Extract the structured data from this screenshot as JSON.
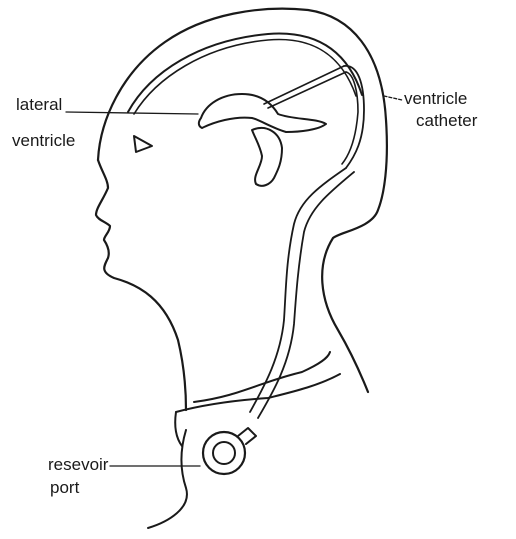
{
  "labels": {
    "lateral_ventricle": [
      "lateral",
      "ventricle"
    ],
    "ventricle_catheter": [
      "ventricle",
      "catheter"
    ],
    "reservoir_port": [
      "resevoir",
      "port"
    ]
  },
  "colors": {
    "ink": "#1a1a1a",
    "background": "#ffffff"
  }
}
